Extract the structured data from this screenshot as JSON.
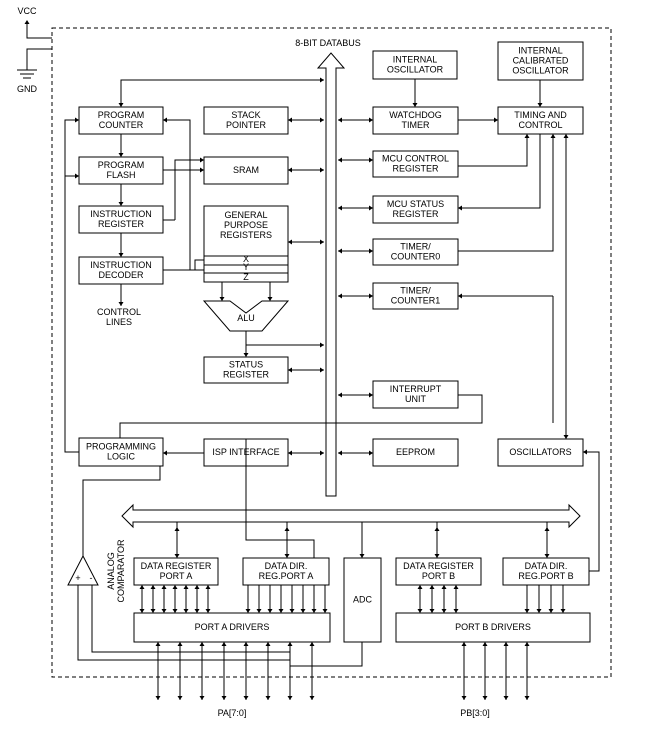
{
  "power": {
    "vcc": "VCC",
    "gnd": "GND"
  },
  "bus": {
    "databus": "8-BIT DATABUS"
  },
  "blocks": {
    "program_counter": [
      "PROGRAM",
      "COUNTER"
    ],
    "stack_pointer": [
      "STACK",
      "POINTER"
    ],
    "program_flash": [
      "PROGRAM",
      "FLASH"
    ],
    "sram": [
      "SRAM"
    ],
    "instruction_register": [
      "INSTRUCTION",
      "REGISTER"
    ],
    "gp_registers": [
      "GENERAL",
      "PURPOSE",
      "REGISTERS"
    ],
    "instruction_decoder": [
      "INSTRUCTION",
      "DECODER"
    ],
    "control_lines": [
      "CONTROL",
      "LINES"
    ],
    "alu": [
      "ALU"
    ],
    "status_register": [
      "STATUS",
      "REGISTER"
    ],
    "programming_logic": [
      "PROGRAMMING",
      "LOGIC"
    ],
    "isp_interface": [
      "ISP INTERFACE"
    ],
    "internal_oscillator": [
      "INTERNAL",
      "OSCILLATOR"
    ],
    "internal_calibrated_oscillator": [
      "INTERNAL",
      "CALIBRATED",
      "OSCILLATOR"
    ],
    "watchdog_timer": [
      "WATCHDOG",
      "TIMER"
    ],
    "timing_and_control": [
      "TIMING AND",
      "CONTROL"
    ],
    "mcu_control_register": [
      "MCU CONTROL",
      "REGISTER"
    ],
    "mcu_status_register": [
      "MCU STATUS",
      "REGISTER"
    ],
    "timer_counter0": [
      "TIMER/",
      "COUNTER0"
    ],
    "timer_counter1": [
      "TIMER/",
      "COUNTER1"
    ],
    "interrupt_unit": [
      "INTERRUPT",
      "UNIT"
    ],
    "eeprom": [
      "EEPROM"
    ],
    "oscillators": [
      "OSCILLATORS"
    ],
    "data_register_port_a": [
      "DATA REGISTER",
      "PORT A"
    ],
    "data_dir_port_a": [
      "DATA DIR.",
      "REG.PORT A"
    ],
    "adc": [
      "ADC"
    ],
    "data_register_port_b": [
      "DATA REGISTER",
      "PORT B"
    ],
    "data_dir_port_b": [
      "DATA DIR.",
      "REG.PORT B"
    ],
    "port_a_drivers": [
      "PORT A DRIVERS"
    ],
    "port_b_drivers": [
      "PORT B DRIVERS"
    ],
    "analog_comparator": [
      "ANALOG",
      "COMPARATOR"
    ]
  },
  "register_xyz": [
    "X",
    "Y",
    "Z"
  ],
  "comparator_inputs": [
    "+",
    "-"
  ],
  "pins": {
    "port_a": "PA[7:0]",
    "port_b": "PB[3:0]"
  }
}
